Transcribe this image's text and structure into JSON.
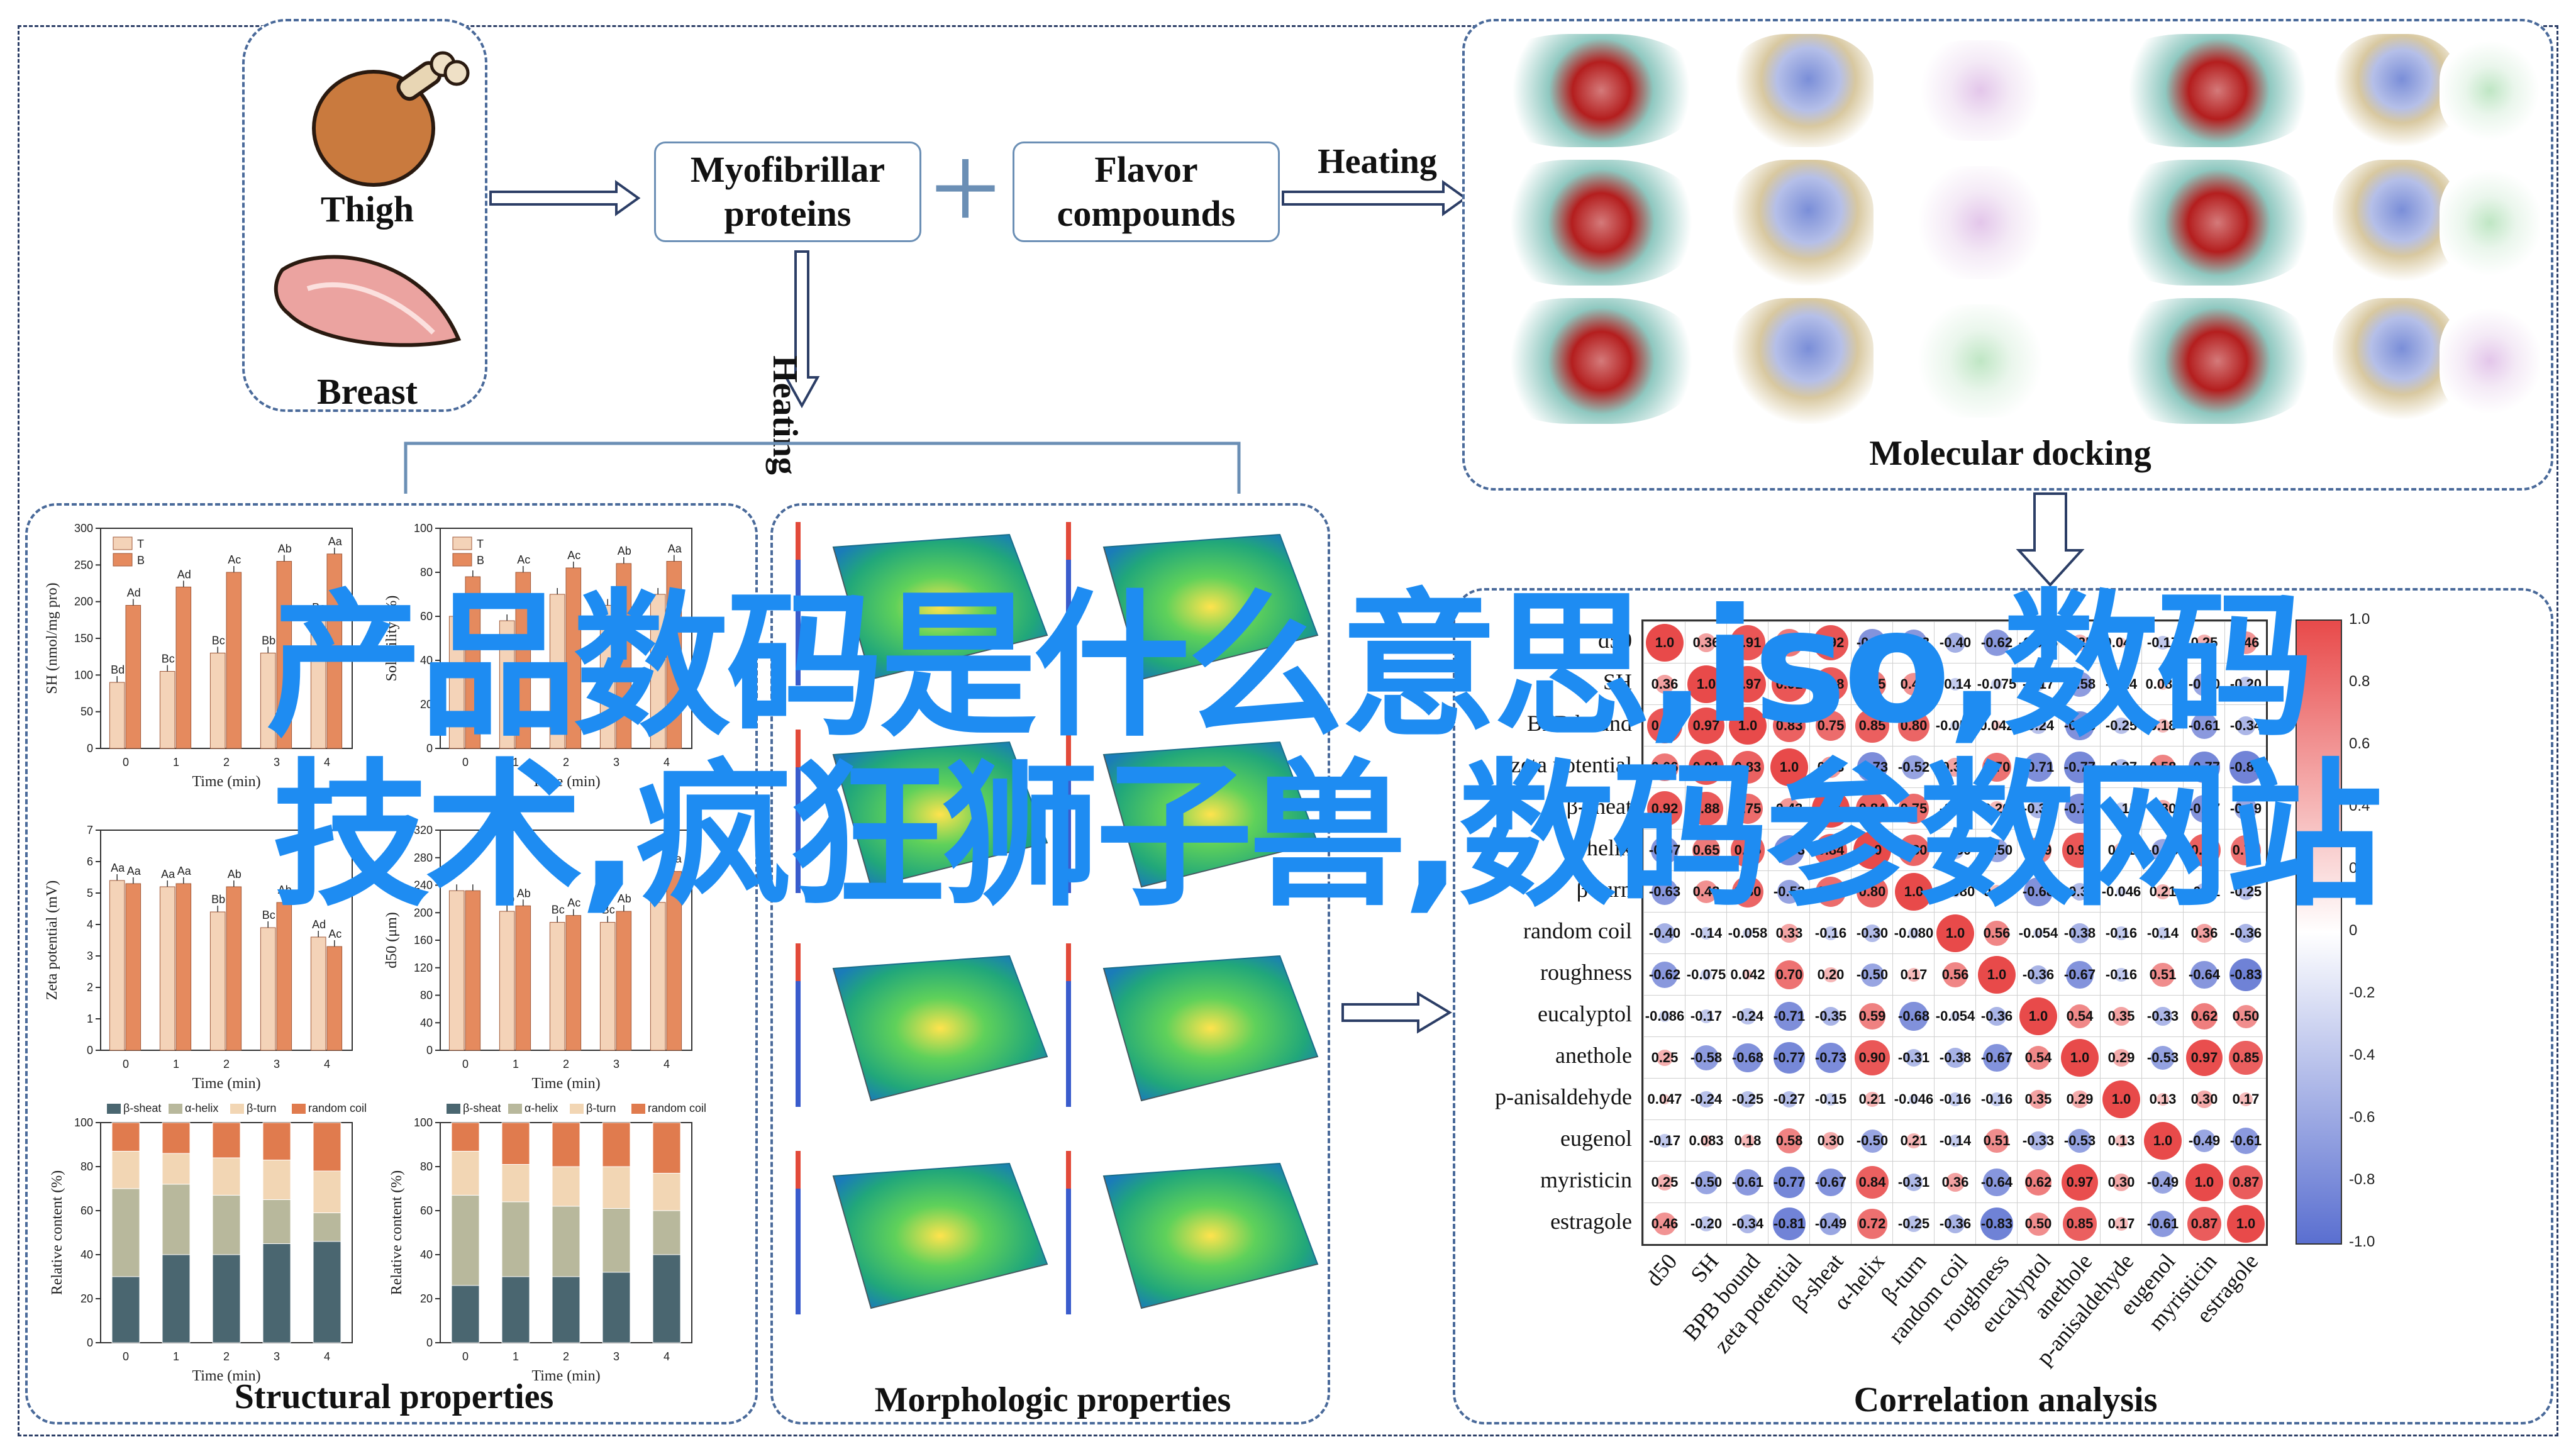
{
  "source": {
    "thigh": "Thigh",
    "breast": "Breast"
  },
  "flow": {
    "myofibrillar": "Myofibrillar\nproteins",
    "plus": "+",
    "flavor": "Flavor\ncompounds",
    "heating_h": "Heating",
    "heating_v": "Heating"
  },
  "sections": {
    "molecular_docking": "Molecular docking",
    "structural": "Structural properties",
    "morphologic": "Morphologic properties",
    "correlation": "Correlation analysis"
  },
  "overlay": {
    "line1": "产品数码是什么意思,iso,数码",
    "line2": "技术,疯狂狮子兽,数码参数网站"
  },
  "bar_charts": [
    {
      "ylabel": "SH (nmol/mg pro)",
      "xlabel": "Time (min)",
      "legend": [
        "T",
        "B"
      ],
      "ylim": [
        0,
        300
      ],
      "yticks": [
        "0",
        "50",
        "100",
        "150",
        "200",
        "250",
        "300"
      ],
      "categories": [
        "0",
        "1",
        "2",
        "3",
        "4"
      ],
      "series": [
        {
          "name": "T",
          "values": [
            90,
            105,
            130,
            130,
            175
          ],
          "letters": [
            "Bd",
            "Bc",
            "Bc",
            "Bb",
            "Ba"
          ]
        },
        {
          "name": "B",
          "values": [
            195,
            220,
            240,
            255,
            265
          ],
          "letters": [
            "Ad",
            "Ad",
            "Ac",
            "Ab",
            "Aa"
          ]
        }
      ]
    },
    {
      "ylabel": "Solubility (%)",
      "xlabel": "Time (min)",
      "legend": [
        "T",
        "B"
      ],
      "ylim": [
        0,
        100
      ],
      "yticks": [
        "0",
        "20",
        "40",
        "60",
        "80",
        "100"
      ],
      "categories": [
        "0",
        "1",
        "2",
        "3",
        "4"
      ],
      "series": [
        {
          "name": "T",
          "values": [
            60,
            58,
            70,
            65,
            70
          ],
          "letters": [
            "",
            "",
            "",
            "",
            ""
          ]
        },
        {
          "name": "B",
          "values": [
            78,
            80,
            82,
            84,
            85
          ],
          "letters": [
            "",
            "Ac",
            "Ac",
            "Ab",
            "Aa"
          ]
        }
      ]
    },
    {
      "ylabel": "Zeta potential (mV)",
      "xlabel": "Time (min)",
      "legend": [],
      "ylim": [
        0,
        7
      ],
      "yticks": [
        "0",
        "1",
        "2",
        "3",
        "4",
        "5",
        "6",
        "7"
      ],
      "categories": [
        "0",
        "1",
        "2",
        "3",
        "4"
      ],
      "series": [
        {
          "name": "T",
          "values": [
            5.4,
            5.2,
            4.4,
            3.9,
            3.6
          ],
          "letters": [
            "Aa",
            "Aa",
            "Bb",
            "Bc",
            "Ad"
          ]
        },
        {
          "name": "B",
          "values": [
            5.3,
            5.3,
            5.2,
            4.7,
            3.3
          ],
          "letters": [
            "Aa",
            "Aa",
            "Ab",
            "Ab",
            "Ac"
          ]
        }
      ]
    },
    {
      "ylabel": "d50 (μm)",
      "xlabel": "Time (min)",
      "legend": [],
      "ylim": [
        0,
        320
      ],
      "yticks": [
        "0",
        "40",
        "80",
        "120",
        "160",
        "200",
        "240",
        "280",
        "320"
      ],
      "categories": [
        "0",
        "1",
        "2",
        "3",
        "4"
      ],
      "series": [
        {
          "name": "T",
          "values": [
            232,
            202,
            186,
            186,
            215
          ],
          "letters": [
            "",
            "Bb",
            "Bc",
            "Bc",
            "Bc"
          ]
        },
        {
          "name": "B",
          "values": [
            232,
            210,
            196,
            202,
            260
          ],
          "letters": [
            "",
            "Ab",
            "Ac",
            "Ab",
            "Aa"
          ]
        }
      ]
    }
  ],
  "stack_charts": [
    {
      "ylabel": "Relative content (%)",
      "xlabel": "Time (min)",
      "legend": [
        "β-sheat",
        "α-helix",
        "β-turn",
        "random coil"
      ],
      "colors": [
        "#4a6670",
        "#b8b89c",
        "#f2d6b4",
        "#e07b4e"
      ],
      "categories": [
        "0",
        "1",
        "2",
        "3",
        "4"
      ],
      "yticks": [
        "0",
        "20",
        "40",
        "60",
        "80",
        "100"
      ],
      "stacks": [
        [
          30,
          40,
          17,
          13
        ],
        [
          40,
          32,
          14,
          14
        ],
        [
          40,
          27,
          17,
          16
        ],
        [
          45,
          20,
          18,
          17
        ],
        [
          46,
          13,
          19,
          22
        ]
      ]
    },
    {
      "ylabel": "Relative content (%)",
      "xlabel": "Time (min)",
      "legend": [
        "β-sheat",
        "α-helix",
        "β-turn",
        "random coil"
      ],
      "colors": [
        "#4a6670",
        "#b8b89c",
        "#f2d6b4",
        "#e07b4e"
      ],
      "categories": [
        "0",
        "1",
        "2",
        "3",
        "4"
      ],
      "yticks": [
        "0",
        "20",
        "40",
        "60",
        "80",
        "100"
      ],
      "stacks": [
        [
          26,
          41,
          20,
          13
        ],
        [
          30,
          34,
          17,
          19
        ],
        [
          30,
          32,
          18,
          20
        ],
        [
          32,
          29,
          19,
          20
        ],
        [
          40,
          20,
          17,
          23
        ]
      ]
    }
  ],
  "correlation": {
    "variables": [
      "d50",
      "SH",
      "BPB bound",
      "zeta potential",
      "β-sheat",
      "α-helix",
      "β-turn",
      "random coil",
      "roughness",
      "eucalyptol",
      "anethole",
      "p-anisaldehyde",
      "eugenol",
      "myristicin",
      "estragole"
    ],
    "values": [
      [
        "1.0",
        "0.36",
        "0.91",
        "0.66",
        "0.92",
        "-0.67",
        "-0.63",
        "-0.40",
        "-0.62",
        "-0.086",
        "0.25",
        "0.047",
        "-0.17",
        "0.25",
        "0.46"
      ],
      [
        "0.36",
        "1.0",
        "0.97",
        "0.91",
        "0.88",
        "0.65",
        "0.48",
        "-0.14",
        "-0.075",
        "-0.17",
        "-0.58",
        "-0.24",
        "0.083",
        "-0.50",
        "-0.20"
      ],
      [
        "0.91",
        "0.97",
        "1.0",
        "0.83",
        "0.75",
        "0.85",
        "0.80",
        "-0.058",
        "0.042",
        "-0.24",
        "-0.68",
        "-0.25",
        "0.18",
        "-0.61",
        "-0.34"
      ],
      [
        "0.66",
        "0.91",
        "0.83",
        "1.0",
        "0.43",
        "-0.73",
        "-0.52",
        "0.33",
        "0.70",
        "-0.71",
        "-0.77",
        "-0.27",
        "0.58",
        "-0.77",
        "-0.81"
      ],
      [
        "0.92",
        "0.88",
        "0.75",
        "0.43",
        "1.0",
        "0.84",
        "0.75",
        "-0.16",
        "0.20",
        "-0.35",
        "-0.73",
        "-0.15",
        "0.30",
        "-0.67",
        "-0.49"
      ],
      [
        "-0.67",
        "0.65",
        "0.85",
        "-0.73",
        "0.84",
        "1.0",
        "0.80",
        "-0.30",
        "-0.50",
        "0.59",
        "0.90",
        "0.21",
        "-0.50",
        "0.84",
        "0.72"
      ],
      [
        "-0.63",
        "0.48",
        "0.80",
        "-0.52",
        "0.75",
        "0.80",
        "1.0",
        "-0.080",
        "0.17",
        "-0.68",
        "-0.31",
        "-0.046",
        "0.21",
        "-0.31",
        "-0.25"
      ],
      [
        "-0.40",
        "-0.14",
        "-0.058",
        "0.33",
        "-0.16",
        "-0.30",
        "-0.080",
        "1.0",
        "0.56",
        "-0.054",
        "-0.38",
        "-0.16",
        "-0.14",
        "0.36",
        "-0.36"
      ],
      [
        "-0.62",
        "-0.075",
        "0.042",
        "0.70",
        "0.20",
        "-0.50",
        "0.17",
        "0.56",
        "1.0",
        "-0.36",
        "-0.67",
        "-0.16",
        "0.51",
        "-0.64",
        "-0.83"
      ],
      [
        "-0.086",
        "-0.17",
        "-0.24",
        "-0.71",
        "-0.35",
        "0.59",
        "-0.68",
        "-0.054",
        "-0.36",
        "1.0",
        "0.54",
        "0.35",
        "-0.33",
        "0.62",
        "0.50"
      ],
      [
        "0.25",
        "-0.58",
        "-0.68",
        "-0.77",
        "-0.73",
        "0.90",
        "-0.31",
        "-0.38",
        "-0.67",
        "0.54",
        "1.0",
        "0.29",
        "-0.53",
        "0.97",
        "0.85"
      ],
      [
        "0.047",
        "-0.24",
        "-0.25",
        "-0.27",
        "-0.15",
        "0.21",
        "-0.046",
        "-0.16",
        "-0.16",
        "0.35",
        "0.29",
        "1.0",
        "0.13",
        "0.30",
        "0.17"
      ],
      [
        "-0.17",
        "0.083",
        "0.18",
        "0.58",
        "0.30",
        "-0.50",
        "0.21",
        "-0.14",
        "0.51",
        "-0.33",
        "-0.53",
        "0.13",
        "1.0",
        "-0.49",
        "-0.61"
      ],
      [
        "0.25",
        "-0.50",
        "-0.61",
        "-0.77",
        "-0.67",
        "0.84",
        "-0.31",
        "0.36",
        "-0.64",
        "0.62",
        "0.97",
        "0.30",
        "-0.49",
        "1.0",
        "0.87"
      ],
      [
        "0.46",
        "-0.20",
        "-0.34",
        "-0.81",
        "-0.49",
        "0.72",
        "-0.25",
        "-0.36",
        "-0.83",
        "0.50",
        "0.85",
        "0.17",
        "-0.61",
        "0.87",
        "1.0"
      ]
    ],
    "colorbar_ticks": [
      "1.0",
      "0.8",
      "0.6",
      "0.4",
      "0.2",
      "0",
      "-0.2",
      "-0.4",
      "-0.6",
      "-0.8",
      "-1.0"
    ],
    "colors": {
      "positive": "#e84a4a",
      "negative": "#5a6fd0"
    }
  },
  "colors": {
    "accent": "#1e8cf2",
    "frame": "#2c3e66",
    "bar_light": "#f4d3b8",
    "bar_dark": "#e58a5e"
  }
}
